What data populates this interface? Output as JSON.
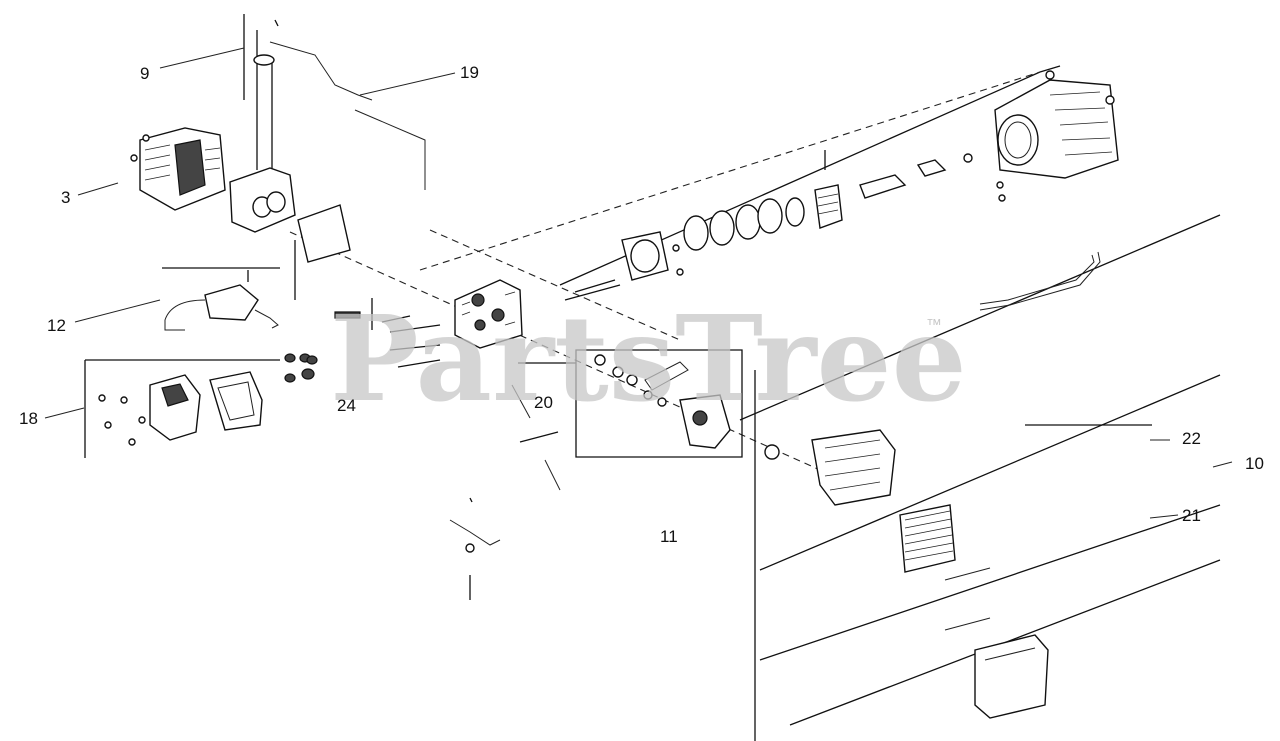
{
  "diagram": {
    "watermark": "PartsTree",
    "trademark": "™",
    "callouts": {
      "c9": "9",
      "c19": "19",
      "c3": "3",
      "c12": "12",
      "c18": "18",
      "c24": "24",
      "c20": "20",
      "c11": "11",
      "c22": "22",
      "c10": "10",
      "c21": "21"
    }
  }
}
